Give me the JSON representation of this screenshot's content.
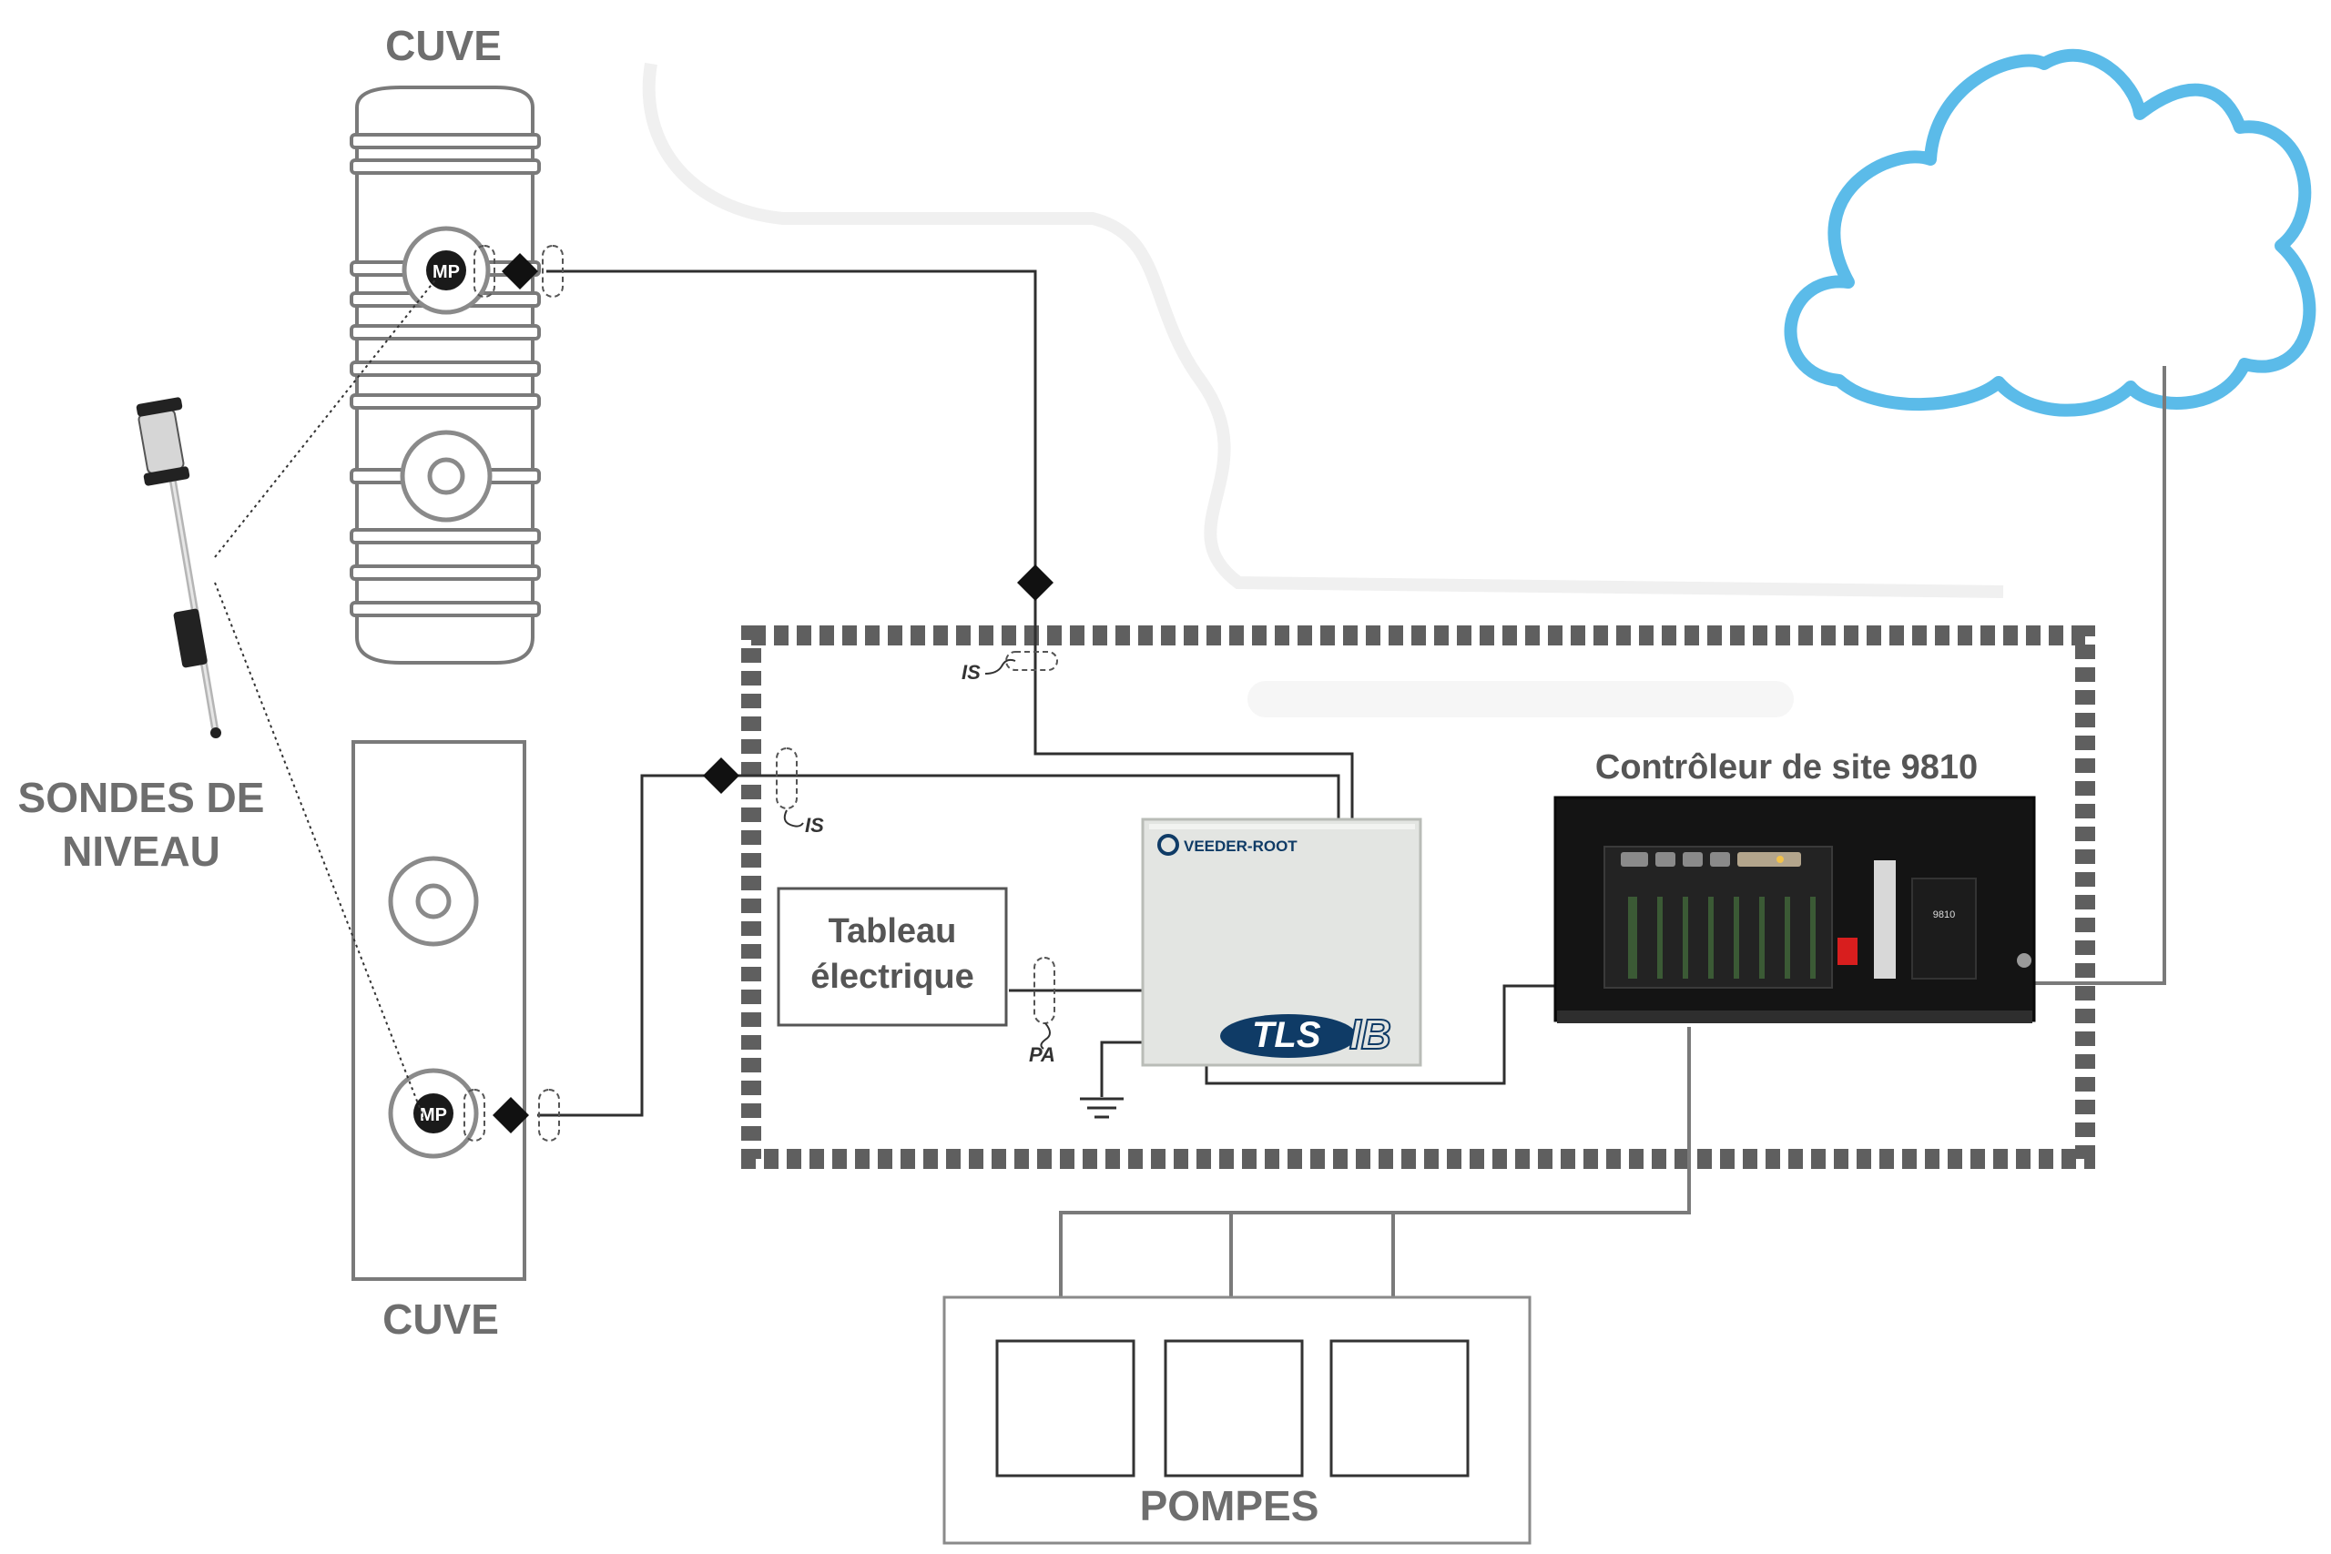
{
  "labels": {
    "tank_top": "CUVE",
    "tank_bottom": "CUVE",
    "probes": [
      "SONDES DE",
      "NIVEAU"
    ],
    "controller": "Contrôleur de site 9810",
    "panel": [
      "Tableau",
      "électrique"
    ],
    "pumps": "POMPES",
    "is_top": "IS",
    "is_left": "IS",
    "pa": "PA",
    "mp_top": "MP",
    "mp_bottom": "MP",
    "console_brand": "VEEDER-ROOT",
    "console_model_a": "TLS",
    "console_model_b": "IB",
    "controller_badge": "9810"
  },
  "colors": {
    "label_gray": "#6e6e6e",
    "wire": "#2f2f2f",
    "cloud": "#5bbbe9",
    "boundary": "#5f5f5f",
    "veeder_blue": "#0f3b66"
  },
  "icons": {
    "tank": "tank-icon",
    "probe": "level-probe-icon",
    "cloud": "cloud-icon",
    "ground": "ground-icon",
    "junction": "diamond-junction-icon"
  }
}
